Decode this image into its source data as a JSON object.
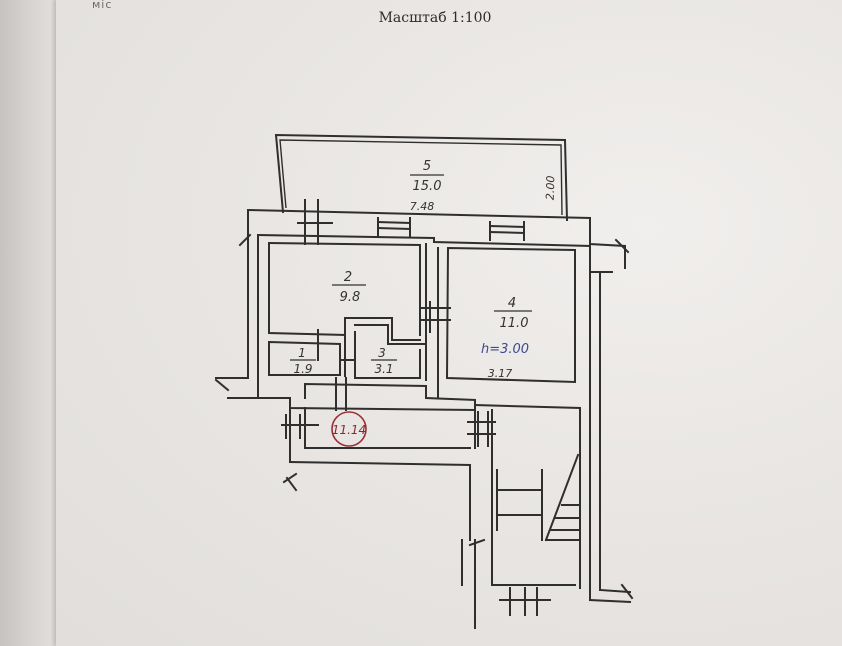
{
  "header": {
    "top_scrap_text": "міс",
    "scale_label": "Масштаб 1:100"
  },
  "rooms": [
    {
      "number": "5",
      "area": "15.0"
    },
    {
      "number": "2",
      "area": "9.8"
    },
    {
      "number": "4",
      "area": "11.0"
    },
    {
      "number": "1",
      "area": "1.9"
    },
    {
      "number": "3",
      "area": "3.1"
    }
  ],
  "dimensions": {
    "balcony_length": "7.48",
    "balcony_depth": "2.00",
    "room4_width": "3.17"
  },
  "annotations": {
    "ceiling_height": "h=3.00",
    "circled_area": "11.14"
  },
  "colors": {
    "ink": "#2f2f2f",
    "pen_blue": "#3c4c8c",
    "pen_red": "#8a2830",
    "paper": "#ebe8e5"
  }
}
